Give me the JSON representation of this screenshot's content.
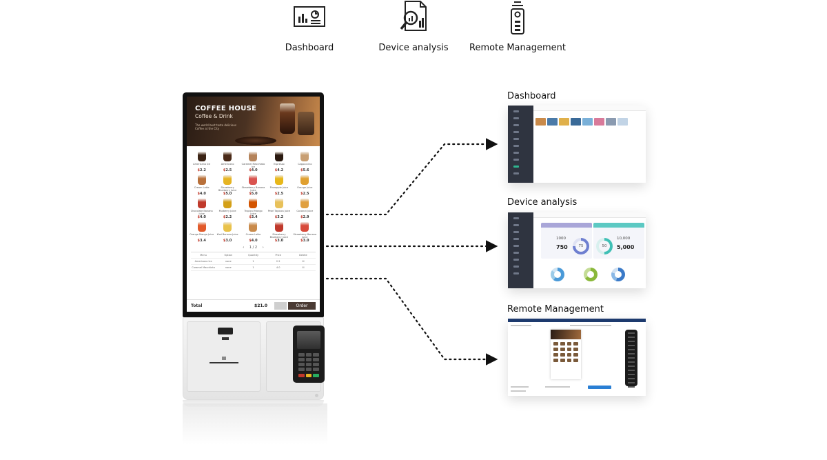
{
  "features": [
    {
      "label": "Dashboard",
      "icon": "dashboard-icon"
    },
    {
      "label": "Device analysis",
      "icon": "device-analysis-icon"
    },
    {
      "label": "Remote Management",
      "icon": "remote-management-icon"
    }
  ],
  "kiosk": {
    "brand": "COFFEE HOUSE",
    "subtitle": "Coffee & Drink",
    "tagline": "The world best taste delicious Coffee at the City",
    "currency": "$",
    "items": [
      {
        "name": "Americano Ice",
        "price": "2.2",
        "color": "#3b2314"
      },
      {
        "name": "Americano",
        "price": "2.5",
        "color": "#4a2a18"
      },
      {
        "name": "Caramel Macchiato Ice",
        "price": "4.0",
        "color": "#b5835a"
      },
      {
        "name": "Espresso",
        "price": "4.2",
        "color": "#2b1a10"
      },
      {
        "name": "Cappuccino",
        "price": "5.6",
        "color": "#c89f73"
      },
      {
        "name": "Cream Latte",
        "price": "4.0",
        "color": "#b8703a"
      },
      {
        "name": "Strawberry Blueberry Juice",
        "price": "5.0",
        "color": "#e6b422"
      },
      {
        "name": "Strawberry Banana Juice",
        "price": "5.0",
        "color": "#d9534f"
      },
      {
        "name": "Pineapple Juice",
        "price": "2.5",
        "color": "#e8b81a"
      },
      {
        "name": "Orange Juice",
        "price": "2.5",
        "color": "#e0a030"
      },
      {
        "name": "Chocolate Banana Juice",
        "price": "4.0",
        "color": "#c0392b"
      },
      {
        "name": "Mulberry Juice",
        "price": "2.2",
        "color": "#d4a017"
      },
      {
        "name": "Tropical Mango Juice",
        "price": "3.4",
        "color": "#d35400"
      },
      {
        "name": "Pearl Tapioca Juice",
        "price": "3.2",
        "color": "#e8c15a"
      },
      {
        "name": "Coconut Juice",
        "price": "2.9",
        "color": "#e0a040"
      },
      {
        "name": "Orange Mango Juice",
        "price": "3.4",
        "color": "#e25a2a"
      },
      {
        "name": "Kiwi Banana Juice",
        "price": "3.0",
        "color": "#e9c24a"
      },
      {
        "name": "Cream Latte",
        "price": "4.0",
        "color": "#c98a4a"
      },
      {
        "name": "Strawberry Blueberry Juice",
        "price": "3.0",
        "color": "#c0392b"
      },
      {
        "name": "Strawberry Banana Juice",
        "price": "3.0",
        "color": "#d84a3a"
      }
    ],
    "pager": {
      "prev": "‹",
      "page": "1 / 2",
      "next": "›"
    },
    "order_header": [
      "Menu",
      "Option",
      "Quantity",
      "Price",
      "Delete"
    ],
    "order_rows": [
      [
        "Americano Ice",
        "none",
        "1",
        "2.2",
        "☒"
      ],
      [
        "Caramel Macchiato",
        "none",
        "1",
        "4.0",
        "☒"
      ]
    ],
    "total_label": "Total",
    "total_value": "$21.0",
    "order_button": "Order"
  },
  "panels": {
    "dashboard": {
      "title": "Dashboard"
    },
    "device": {
      "title": "Device analysis",
      "left_small": "1000",
      "left_big": "750",
      "left_ring": "75",
      "right_small": "10,000",
      "right_big": "5,000",
      "right_ring": "50"
    },
    "remote": {
      "title": "Remote Management"
    }
  }
}
